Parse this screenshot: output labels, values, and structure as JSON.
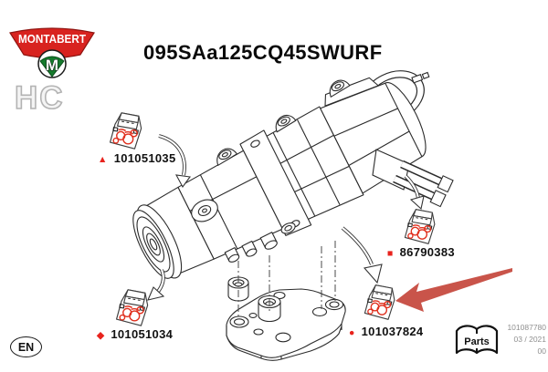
{
  "brand": {
    "logo_text": "MONTABERT",
    "logo_m": "M",
    "model_code": "HC"
  },
  "header": {
    "title": "095SAa125CQ45SWURF"
  },
  "parts": [
    {
      "marker": "▲",
      "number": "101051035"
    },
    {
      "marker": "■",
      "number": "86790383"
    },
    {
      "marker": "◆",
      "number": "101051034"
    },
    {
      "marker": "●",
      "number": "101037824"
    }
  ],
  "stamp": {
    "label": "Parts",
    "doc_number": "101087780",
    "date": "03 / 2021",
    "revision": "00"
  },
  "footer": {
    "language": "EN"
  },
  "colors": {
    "accent_red": "#e8231d",
    "arrow_red": "#c9544a",
    "seal_red": "#e0301e",
    "logo_red": "#d8231f",
    "logo_green": "#157a2c",
    "muted_gray": "#8f8f8f"
  }
}
